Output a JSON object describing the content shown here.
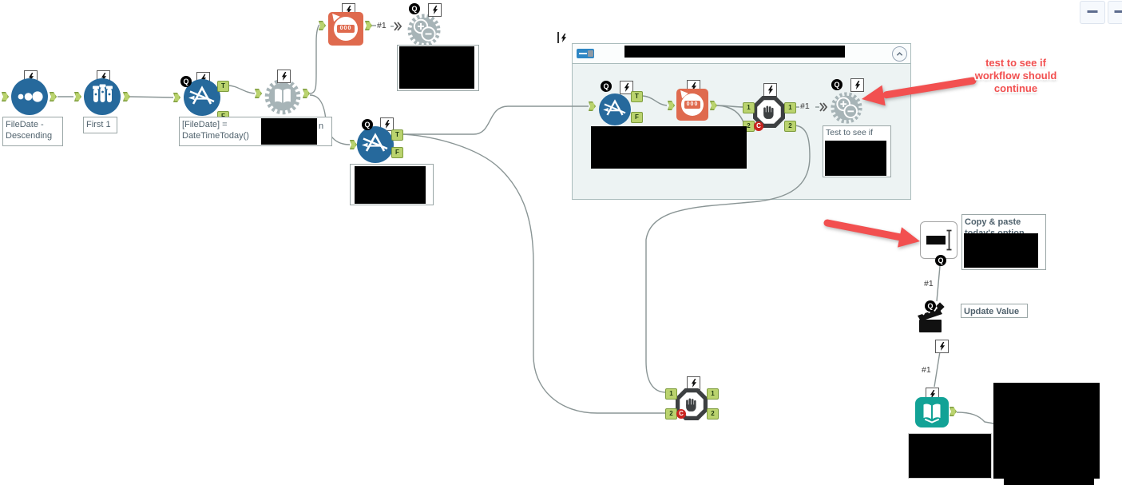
{
  "anchors": {
    "t": "T",
    "f": "F",
    "one": "1",
    "two": "2",
    "q": "Q",
    "c": "C"
  },
  "labels": {
    "hash1": "#1",
    "count_icon": "000"
  },
  "annotations": {
    "sort": "FileDate - Descending",
    "sample": "First 1",
    "filter1_l1": "[FileDate] =",
    "filter1_l2": "DateTimeToday()",
    "filter1_tail": "n",
    "test_note": "Test to see if",
    "copy_l1": "Copy & paste",
    "copy_l2": "today's option",
    "update_value": "Update Value"
  },
  "callout": {
    "l1": "test to see if",
    "l2": "workflow should",
    "l3": "continue"
  },
  "colors": {
    "tool-blue": "#26699c",
    "tool-orange": "#df6a4e",
    "gear-gray": "#a7b4b7",
    "teal-book": "#12a296",
    "wire": "#8a9595",
    "anchor-green": "#bad36e",
    "anchor-border": "#7e9c3e",
    "container-bg": "#edf3f3",
    "container-border": "#aabcbc",
    "note-border": "#9aa6a6",
    "note-text": "#4f616c",
    "arrow-red": "#f25050",
    "redact": "#000000",
    "stop-dark": "#3d4042",
    "badge-red": "#c9241f"
  }
}
